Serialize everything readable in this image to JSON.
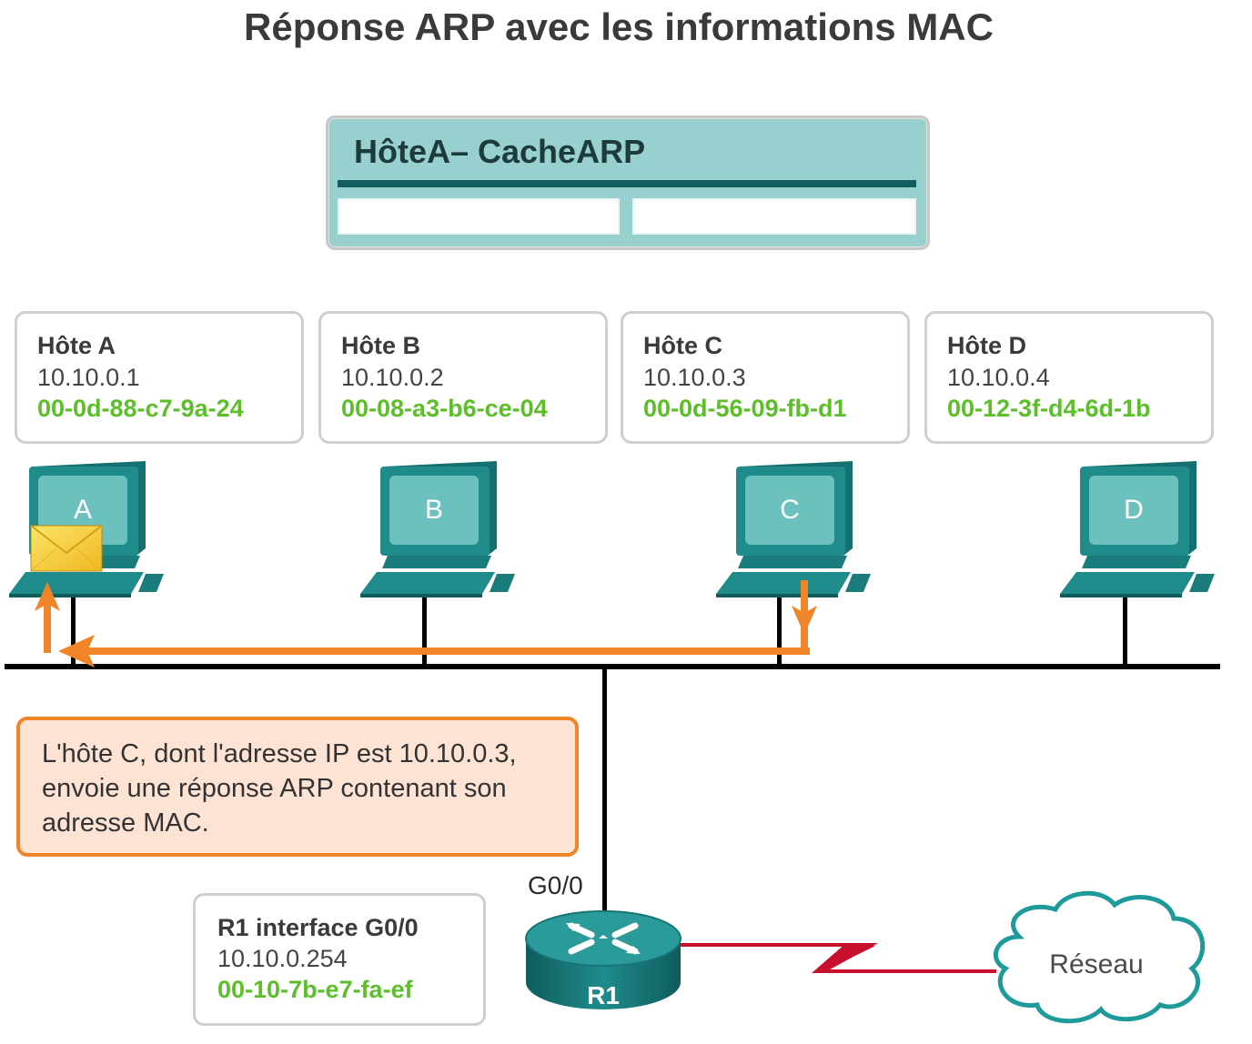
{
  "title": "Réponse ARP avec les informations MAC",
  "arp_cache": {
    "title": "HôteA– CacheARP",
    "entries": [
      {
        "ip": "",
        "mac": ""
      }
    ]
  },
  "hosts": [
    {
      "label": "A",
      "name": "Hôte A",
      "ip": "10.10.0.1",
      "mac": "00-0d-88-c7-9a-24"
    },
    {
      "label": "B",
      "name": "Hôte B",
      "ip": "10.10.0.2",
      "mac": "00-08-a3-b6-ce-04"
    },
    {
      "label": "C",
      "name": "Hôte C",
      "ip": "10.10.0.3",
      "mac": "00-0d-56-09-fb-d1"
    },
    {
      "label": "D",
      "name": "Hôte D",
      "ip": "10.10.0.4",
      "mac": "00-12-3f-d4-6d-1b"
    }
  ],
  "callout": {
    "text": "L'hôte C, dont l'adresse IP est 10.10.0.3, envoie une réponse ARP contenant son adresse MAC."
  },
  "router": {
    "label": "R1",
    "interface_label": "G0/0",
    "info": {
      "name": "R1 interface G0/0",
      "ip": "10.10.0.254",
      "mac": "00-10-7b-e7-fa-ef"
    }
  },
  "cloud": {
    "label": "Réseau"
  },
  "icons": {
    "envelope": "envelope-icon",
    "pc": "desktop-pc-icon",
    "router": "router-icon",
    "cloud": "cloud-icon",
    "serial_link": "serial-link-zigzag"
  },
  "colors": {
    "teal": "#1f8b8b",
    "teal_dark": "#135e5e",
    "cache_bg": "#98d0d0",
    "mac_green": "#5cbf2a",
    "arrow_orange": "#f08428",
    "callout_bg": "#fce3d4",
    "serial_red": "#c8102e",
    "envelope_yellow": "#f7d23a"
  }
}
